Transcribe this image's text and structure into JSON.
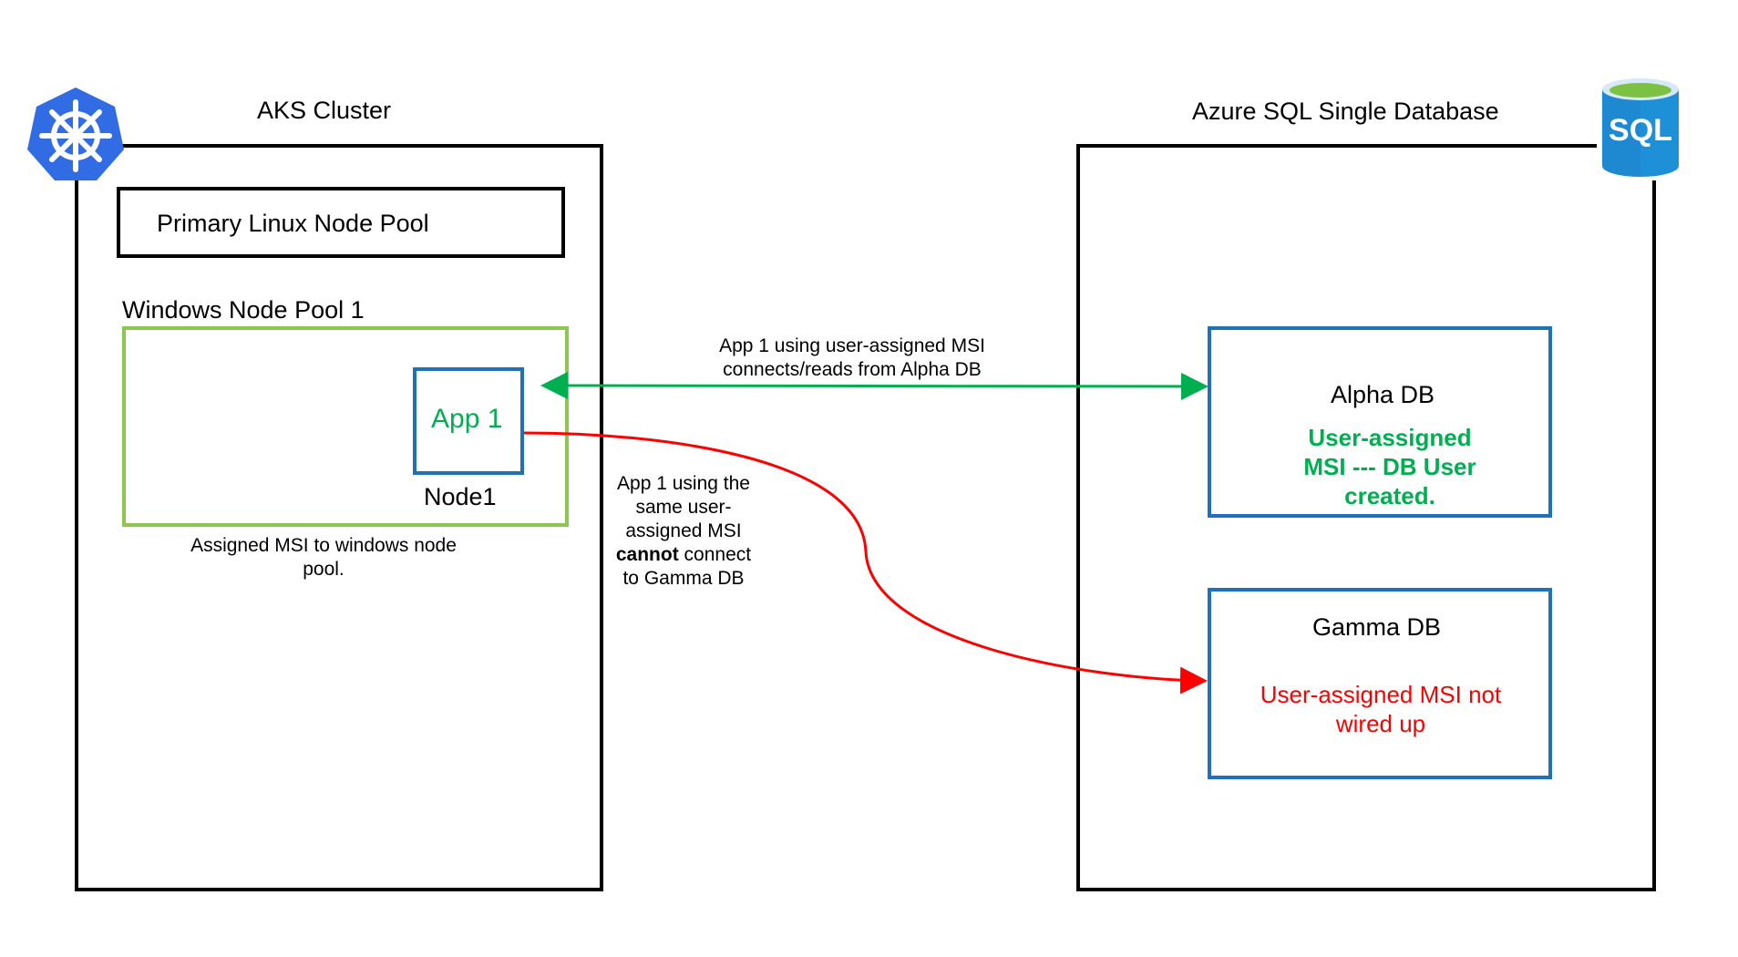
{
  "aks": {
    "title": "AKS Cluster",
    "linux_pool": "Primary Linux Node Pool",
    "windows_pool": "Windows Node Pool 1",
    "app": "App 1",
    "node": "Node1",
    "assigned_note": "Assigned MSI to windows node pool.",
    "icon": "kubernetes-helm-icon"
  },
  "sql": {
    "title": "Azure SQL Single Database",
    "icon": "sql-database-icon",
    "icon_text": "SQL",
    "alpha": {
      "name": "Alpha DB",
      "status_line1": "User-assigned",
      "status_line2": "MSI --- DB User",
      "status_line3": "created."
    },
    "gamma": {
      "name": "Gamma DB",
      "status_line1": "User-assigned MSI not",
      "status_line2": "wired up"
    }
  },
  "connections": {
    "alpha_line1": "App 1 using user-assigned MSI",
    "alpha_line2": "connects/reads from Alpha DB",
    "gamma_line1": "App 1 using the",
    "gamma_line2": "same user-",
    "gamma_line3": "assigned MSI",
    "gamma_bold": "cannot",
    "gamma_line4_rest": " connect",
    "gamma_line5": "to Gamma DB"
  },
  "colors": {
    "allowed": "#00b050",
    "denied": "#ff0000",
    "box_blue": "#1f72b8",
    "pool_green": "#8cc84f",
    "k8s_blue": "#326ce5",
    "sql_blue": "#1e90d8"
  }
}
